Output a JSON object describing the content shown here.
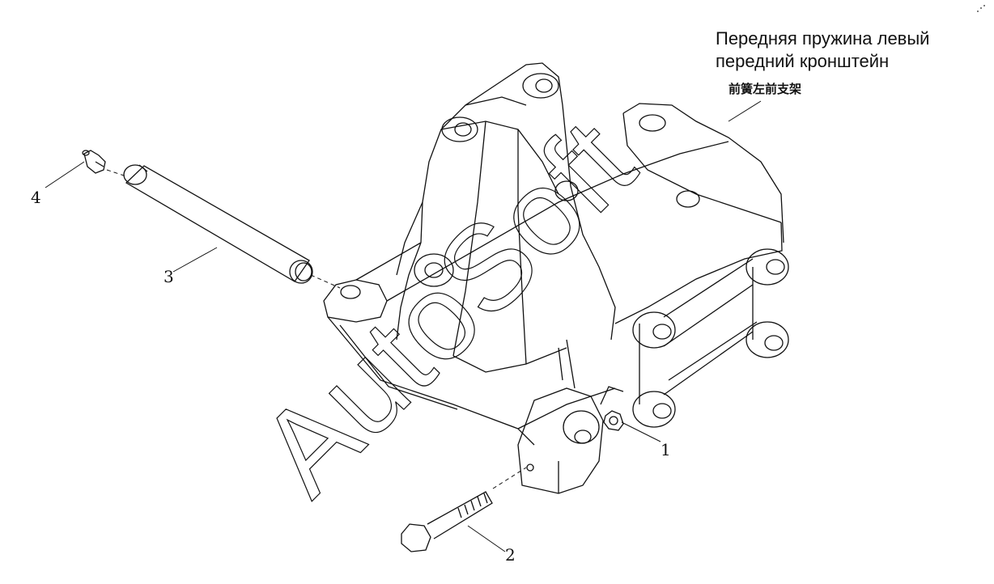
{
  "title": {
    "ru_line1": "Передняя пружина левый",
    "ru_line2": "передний кронштейн",
    "cn": "前簧左前支架"
  },
  "watermark": "AutoSoft",
  "callouts": [
    "1",
    "2",
    "3",
    "4"
  ],
  "colors": {
    "ink": "#111111",
    "background": "#ffffff"
  }
}
